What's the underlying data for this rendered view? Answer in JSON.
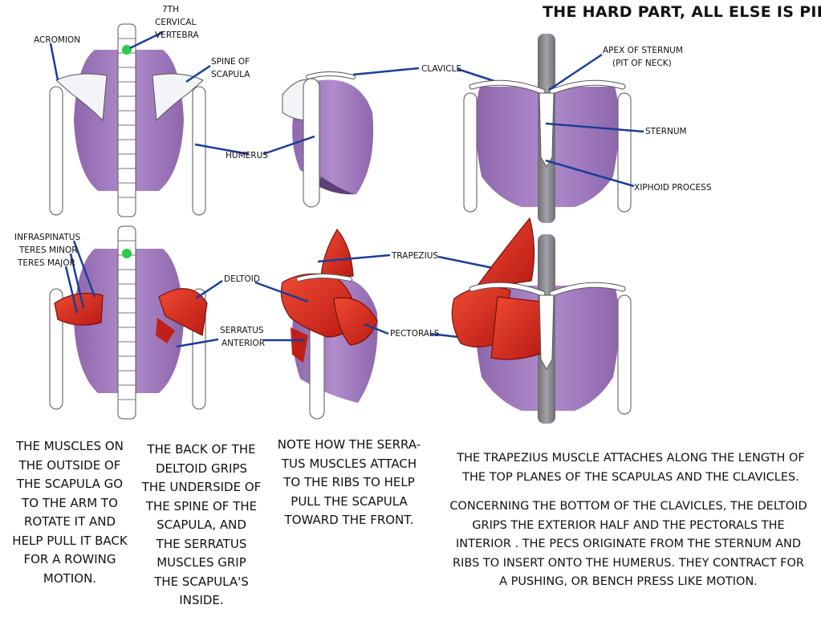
{
  "title": "THE HARD PART, ALL ELSE IS PIE.",
  "labels": {
    "acromion": "ACROMION",
    "c7_line1": "7TH",
    "c7_line2": "CERVICAL",
    "c7_line3": "VERTEBRA",
    "spine_scap_1": "SPINE OF",
    "spine_scap_2": "SCAPULA",
    "humerus": "HUMERUS",
    "clavicle": "CLAVICLE",
    "apex_1": "APEX OF STERNUM",
    "apex_2": "(PIT OF NECK)",
    "sternum": "STERNUM",
    "xiphoid": "XIPHOID PROCESS",
    "infraspinatus": "INFRASPINATUS",
    "teres_minor": "TERES MINOR",
    "teres_major": "TERES MAJOR",
    "deltoid": "DELTOID",
    "trapezius": "TRAPEZIUS",
    "serratus_1": "SERRATUS",
    "serratus_2": "ANTERIOR",
    "pectorals": "PECTORALS"
  },
  "captions": {
    "c1": [
      "THE MUSCLES ON",
      "THE OUTSIDE OF",
      "THE SCAPULA GO",
      "TO THE ARM TO",
      "ROTATE IT AND",
      "HELP PULL IT BACK",
      "FOR A ROWING",
      "MOTION."
    ],
    "c2": [
      "THE BACK OF THE",
      "DELTOID GRIPS",
      "THE UNDERSIDE OF",
      "THE SPINE OF THE",
      "SCAPULA, AND",
      "THE SERRATUS",
      "MUSCLES GRIP",
      "THE SCAPULA'S",
      "INSIDE."
    ],
    "c3": [
      "NOTE HOW THE SERRA-",
      "TUS MUSCLES ATTACH",
      "TO THE RIBS TO HELP",
      "PULL THE SCAPULA",
      "TOWARD THE FRONT."
    ],
    "c4": [
      "THE TRAPEZIUS MUSCLE ATTACHES ALONG THE LENGTH OF",
      "THE TOP PLANES OF THE SCAPULAS AND THE CLAVICLES."
    ],
    "c5": [
      "CONCERNING THE BOTTOM OF THE CLAVICLES, THE DELTOID",
      "GRIPS THE EXTERIOR HALF AND THE PECTORALS THE",
      "INTERIOR . THE PECS ORIGINATE FROM THE STERNUM AND",
      "RIBS TO INSERT ONTO THE HUMERUS. THEY CONTRACT FOR",
      "A PUSHING, OR BENCH PRESS LIKE MOTION."
    ]
  },
  "colors": {
    "ribcage": "#a27bbb",
    "ribcage_shadow": "#5e3f78",
    "bone": "#ffffff",
    "bone_shade": "#d9d9e2",
    "muscle": "#d8271f",
    "muscle_dark": "#7c100c",
    "leader": "#1a3e9a",
    "vertebra_marker": "#2ccc4b",
    "sternum_rod": "#8a8a8e"
  }
}
